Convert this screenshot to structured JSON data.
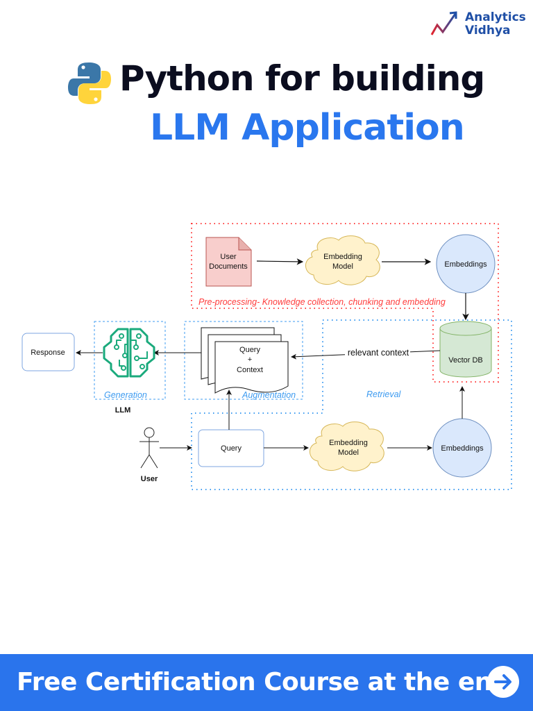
{
  "brand": {
    "line1": "Analytics",
    "line2": "Vidhya"
  },
  "title": {
    "line1": "Python for building",
    "line2": "LLM Application"
  },
  "colors": {
    "accent_blue": "#2a74ec",
    "title_dark": "#0b0d1f",
    "preprocess_red": "#ff3b3b",
    "group_blue": "#3d9bf0",
    "llm_green": "#1aaa7c"
  },
  "diagram": {
    "preprocessing": {
      "caption": "Pre-processing- Knowledge collection, chunking and embedding",
      "documents": {
        "line1": "User",
        "line2": "Documents"
      },
      "model": {
        "line1": "Embedding",
        "line2": "Model"
      },
      "embeddings": "Embeddings"
    },
    "vector_db": "Vector DB",
    "relevant_context": "relevant context",
    "augmentation": {
      "caption": "Augmentation",
      "doc_line1": "Query",
      "doc_line2": "+",
      "doc_line3": "Context"
    },
    "generation": {
      "caption": "Generation",
      "label": "LLM"
    },
    "response": "Response",
    "retrieval": {
      "caption": "Retrieval",
      "query": "Query",
      "model": {
        "line1": "Embedding",
        "line2": "Model"
      },
      "embeddings": "Embeddings"
    },
    "user": "User"
  },
  "banner": {
    "text": "Free Certification Course at the end",
    "icon": "arrow-right-circle-icon"
  }
}
